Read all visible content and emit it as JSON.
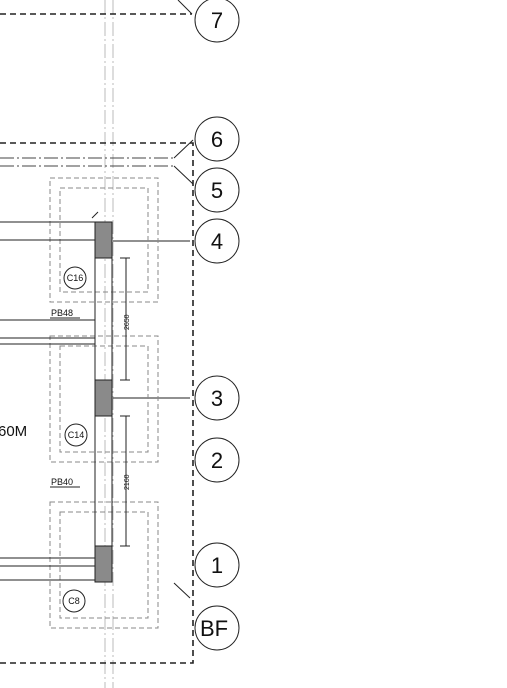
{
  "grid_bubbles": [
    "7",
    "6",
    "5",
    "4",
    "3",
    "2",
    "1",
    "BF"
  ],
  "column_marks": [
    "C16",
    "C14",
    "C8"
  ],
  "beam_tags": [
    "PB48",
    "PB40"
  ],
  "dimensions": [
    "2650",
    "2160"
  ],
  "partial_label": "60M"
}
